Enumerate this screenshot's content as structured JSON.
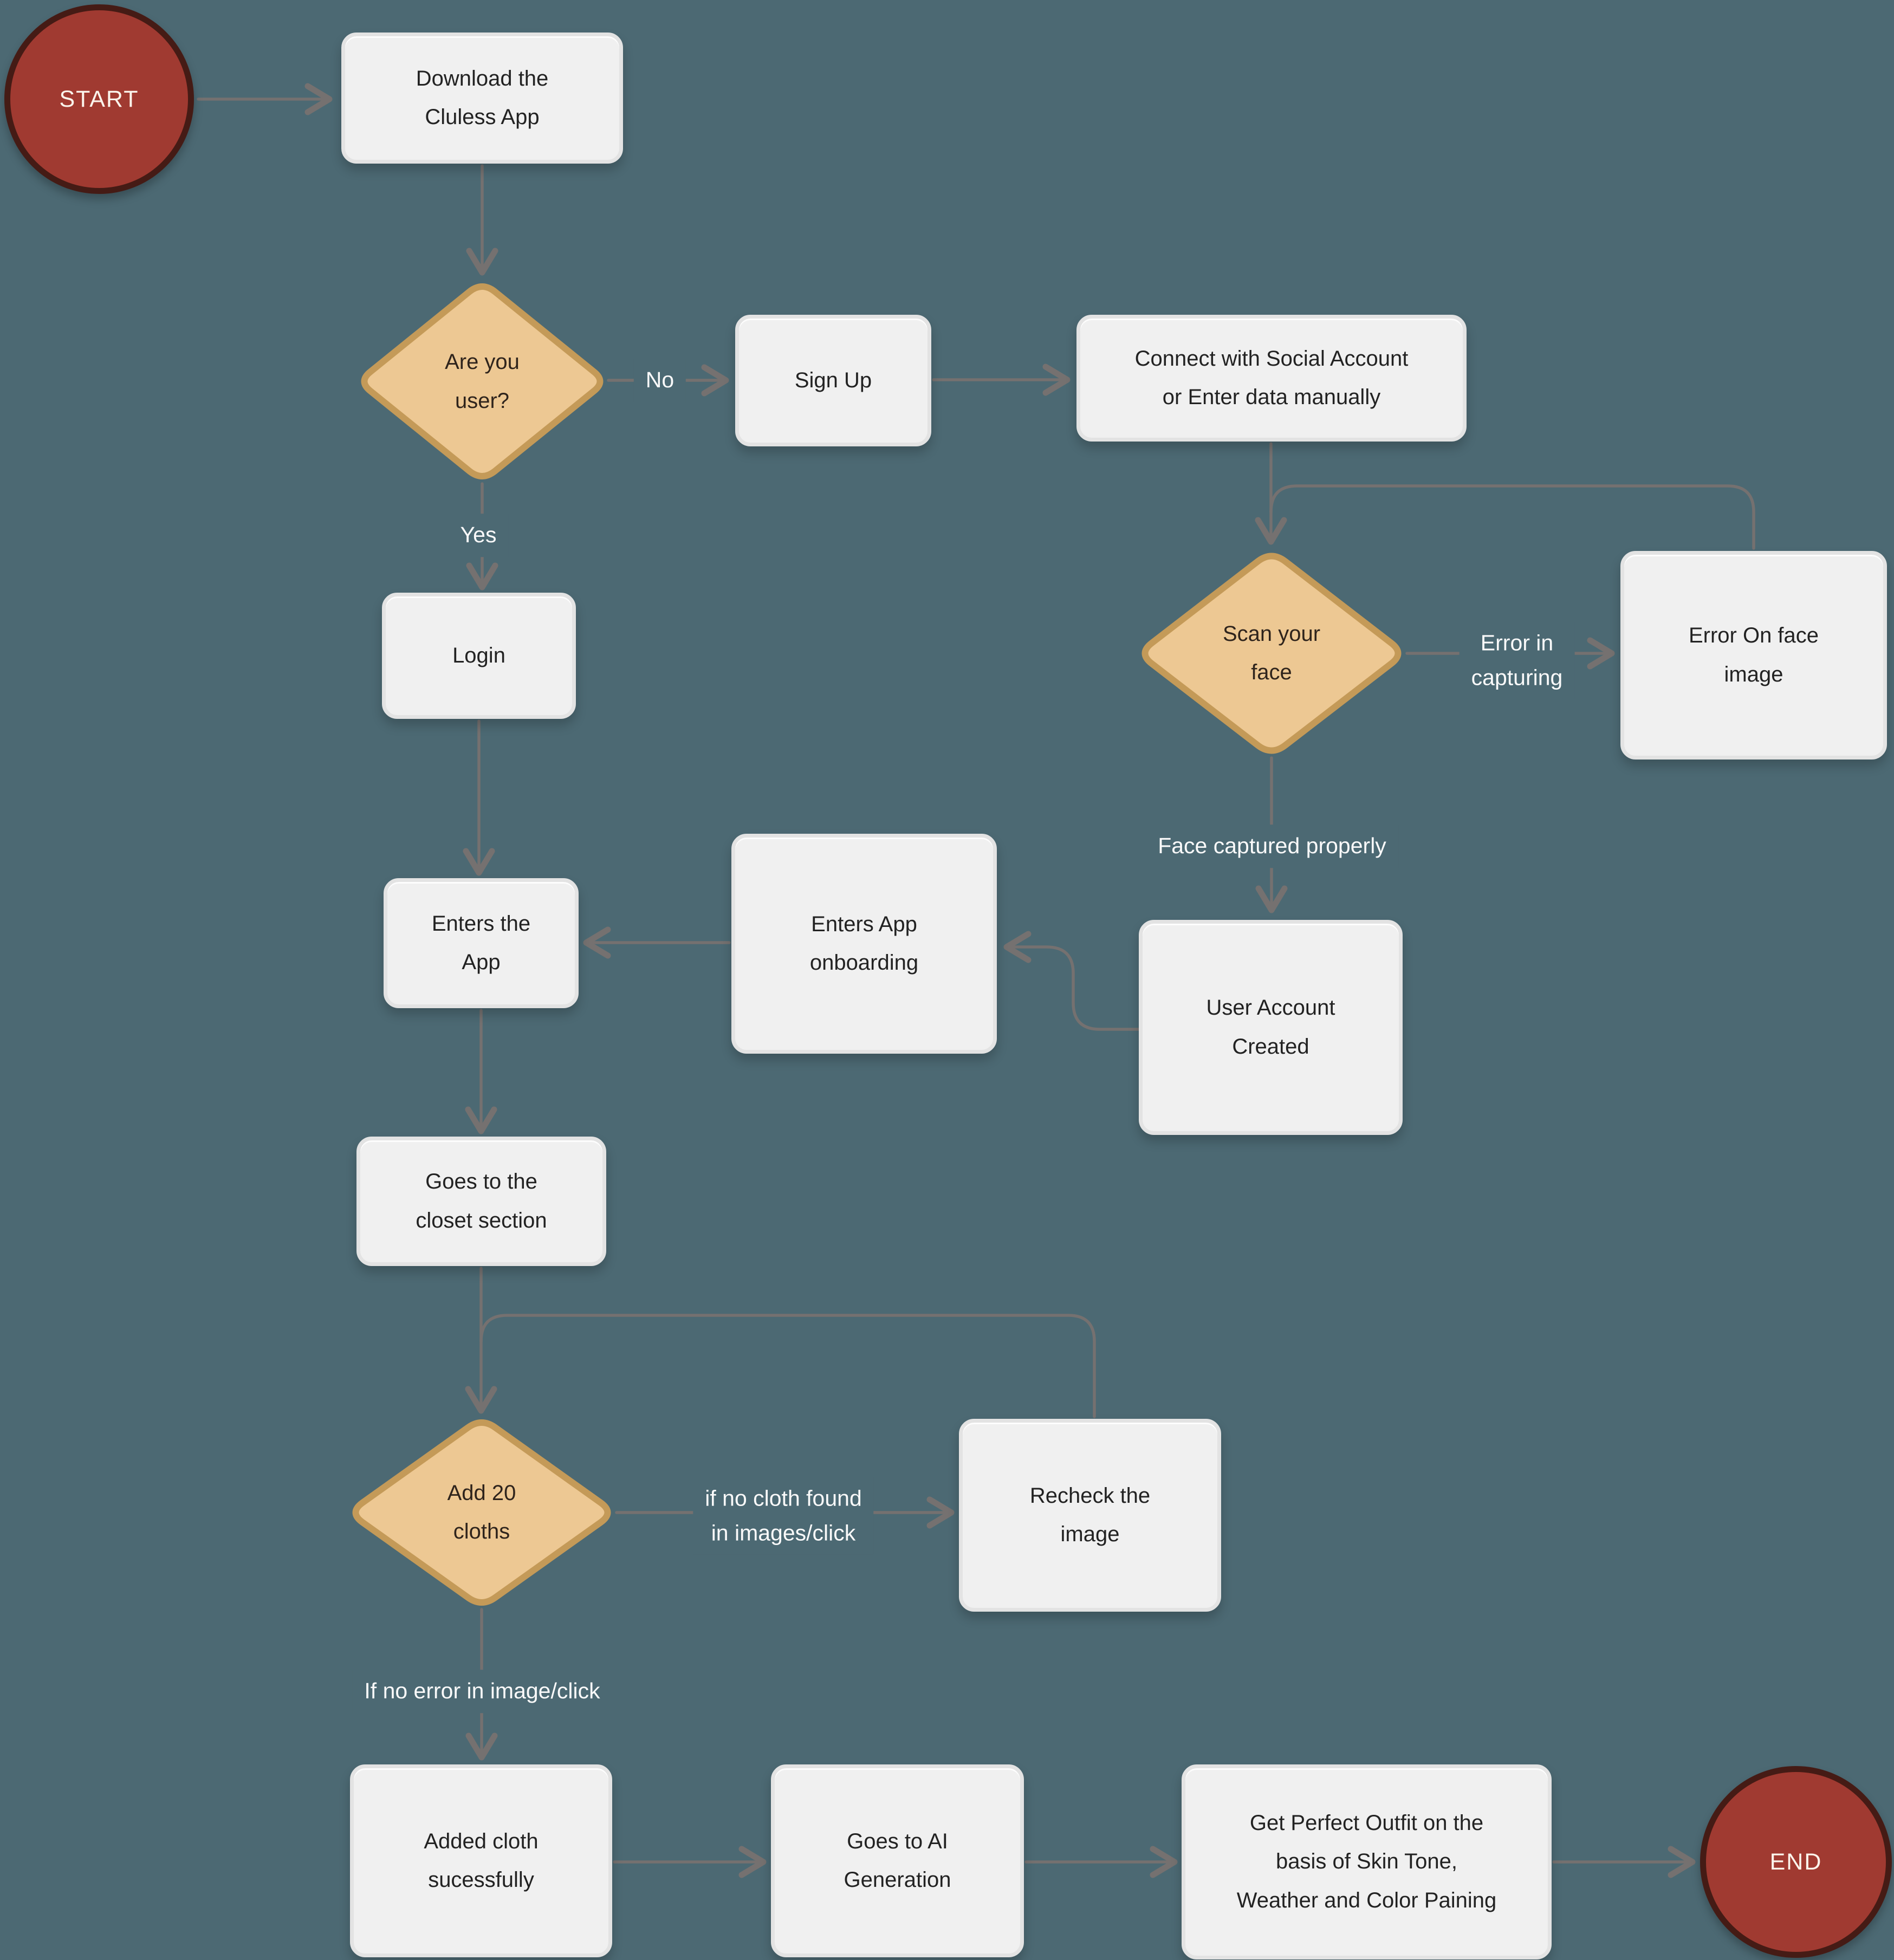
{
  "nodes": {
    "start": {
      "label": "START"
    },
    "download": {
      "label": "Download the\nCluless App"
    },
    "are_you_user": {
      "label": "Are you\nuser?"
    },
    "sign_up": {
      "label": "Sign Up"
    },
    "connect_social": {
      "label": "Connect with Social Account\nor Enter data manually"
    },
    "scan_face": {
      "label": "Scan your\nface"
    },
    "error_face": {
      "label": "Error On face\nimage"
    },
    "user_account_created": {
      "label": "User Account\nCreated"
    },
    "enters_onboarding": {
      "label": "Enters App\nonboarding"
    },
    "enters_app": {
      "label": "Enters the\nApp"
    },
    "login": {
      "label": "Login"
    },
    "closet": {
      "label": "Goes to the\ncloset section"
    },
    "add_cloths": {
      "label": "Add 20\ncloths"
    },
    "recheck": {
      "label": "Recheck the\nimage"
    },
    "added_cloth": {
      "label": "Added cloth\nsucessfully"
    },
    "ai_generation": {
      "label": "Goes to AI\nGeneration"
    },
    "perfect_outfit": {
      "label": "Get Perfect Outfit on the\nbasis of Skin Tone,\nWeather and Color Paining"
    },
    "end": {
      "label": "END"
    }
  },
  "edge_labels": {
    "no": "No",
    "yes": "Yes",
    "error_capturing": "Error in\ncapturing",
    "face_captured": "Face captured properly",
    "no_cloth_found": "if no cloth found\nin images/click",
    "no_error": "If no error in image/click"
  },
  "colors": {
    "background": "#4C6973",
    "connector": "#757170",
    "process_fill": "#F0F0F0",
    "process_border": "#E3E3E3",
    "decision_fill": "#EDC893",
    "decision_border": "#C49A58",
    "terminal_fill": "#A03A31",
    "terminal_border": "#451B15",
    "node_text": "#222222",
    "edge_label_text": "#FAFAFA"
  }
}
